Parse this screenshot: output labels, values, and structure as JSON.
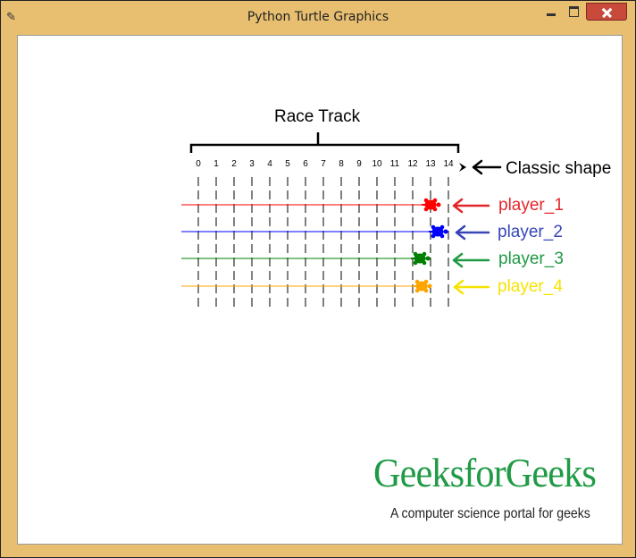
{
  "window": {
    "title": "Python Turtle Graphics"
  },
  "race": {
    "title": "Race Track",
    "ticks": [
      "0",
      "1",
      "2",
      "3",
      "4",
      "5",
      "6",
      "7",
      "8",
      "9",
      "10",
      "11",
      "12",
      "13",
      "14"
    ]
  },
  "annotations": {
    "classic_shape": "Classic shape",
    "player_labels": [
      "player_1",
      "player_2",
      "player_3",
      "player_4"
    ]
  },
  "players": [
    {
      "name": "player_1",
      "color": "#ff0000",
      "label_color": "#e4262b",
      "position": 13
    },
    {
      "name": "player_2",
      "color": "#0000ff",
      "label_color": "#3745b8",
      "position": 13.4
    },
    {
      "name": "player_3",
      "color": "#008000",
      "label_color": "#1f9a45",
      "position": 12.4
    },
    {
      "name": "player_4",
      "color": "#ffa500",
      "label_color": "#f6e300",
      "position": 12.5
    }
  ],
  "brand": {
    "logo": "GeeksforGeeks",
    "tagline": "A computer science portal for geeks",
    "color": "#1f9a45"
  }
}
